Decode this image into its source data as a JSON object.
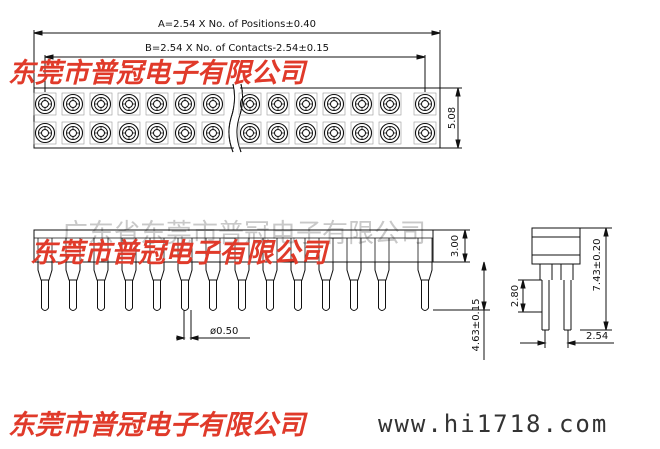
{
  "dimensions": {
    "a_formula": "A=2.54 X No. of Positions±0.40",
    "b_formula": "B=2.54 X No. of Contacts-2.54±0.15",
    "row_height": "5.08",
    "body_height": "3.00",
    "pin_length": "4.63±0.15",
    "pin_diameter": "ø0.50",
    "side_height": "7.43±0.20",
    "side_pin": "2.80",
    "pitch": "2.54"
  },
  "watermarks": {
    "company_top": "东莞市普冠电子有限公司",
    "company_mid_grey": "广东省东莞市普冠电子有限公司",
    "company_mid": "东莞市普冠电子有限公司",
    "company_bottom": "东莞市普冠电子有限公司",
    "website": "www.hi1718.com"
  },
  "colors": {
    "line": "#111111",
    "watermark_red": "#e03a2a",
    "watermark_grey": "#c8c8c8"
  }
}
